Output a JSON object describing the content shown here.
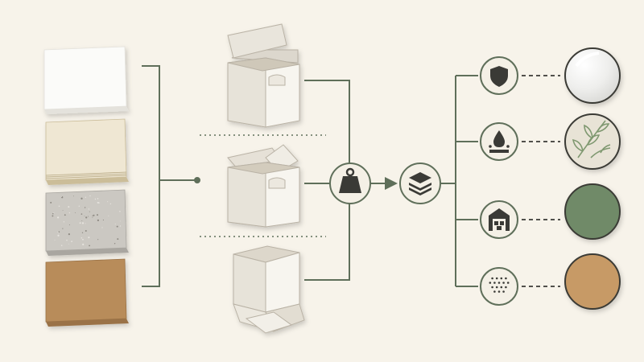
{
  "theme": {
    "background": "#f7f3ea",
    "line": "#5f6f5a",
    "node_fill": "#f4f0e6",
    "icon": "#3a3a36"
  },
  "materials": [
    {
      "name": "white-board",
      "top": "#fbfbf9",
      "side": "#e4e2dc",
      "texture": "none"
    },
    {
      "name": "cream-corrugated-board",
      "top": "#efe7d3",
      "side": "#cbbd99",
      "texture": "corrugated"
    },
    {
      "name": "grey-chipboard",
      "top": "#cbc8c2",
      "side": "#a9a6a0",
      "texture": "speckle"
    },
    {
      "name": "kraft-board",
      "top": "#b88c5a",
      "side": "#9a7246",
      "texture": "none"
    }
  ],
  "boxes": [
    {
      "name": "tuck-end-box"
    },
    {
      "name": "reverse-tuck-box"
    },
    {
      "name": "crash-lock-bottom-box"
    }
  ],
  "process_nodes": [
    {
      "name": "weight-icon"
    },
    {
      "name": "layers-icon"
    }
  ],
  "finish_icons": [
    {
      "name": "shield-icon"
    },
    {
      "name": "water-resistance-icon"
    },
    {
      "name": "warehouse-icon"
    },
    {
      "name": "dot-texture-icon"
    }
  ],
  "finish_swatches": [
    {
      "name": "gloss-white-swatch",
      "color": "#f2f2f0",
      "style": "gloss"
    },
    {
      "name": "botanical-print-swatch",
      "color": "#e8e3d6",
      "style": "leaves"
    },
    {
      "name": "sage-green-swatch",
      "color": "#6f8a68",
      "style": "flat"
    },
    {
      "name": "natural-kraft-swatch",
      "color": "#c79a66",
      "style": "flat"
    }
  ]
}
